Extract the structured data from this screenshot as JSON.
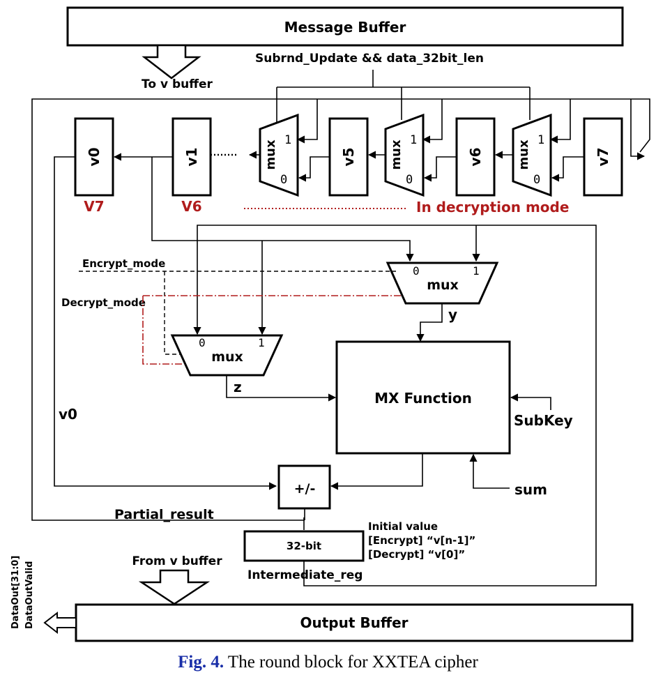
{
  "message_buffer": "Message Buffer",
  "to_v_buffer": "To v buffer",
  "control_signal": "Subrnd_Update && data_32bit_len",
  "registers": {
    "v0": "v0",
    "v1": "v1",
    "v5": "v5",
    "v6": "v6",
    "v7": "v7"
  },
  "mux_label": "mux",
  "mux_in_1": "1",
  "mux_in_0": "0",
  "decrypt_labels": {
    "v0": "V7",
    "v1": "V6",
    "mode": "In decryption mode"
  },
  "encrypt_mode": "Encrypt_mode",
  "decrypt_mode": "Decrypt_mode",
  "y_label": "y",
  "z_label": "z",
  "v0_label": "v0",
  "mx_function": "MX Function",
  "subkey": "SubKey",
  "sum": "sum",
  "adder": "+/-",
  "partial_result": "Partial_result",
  "reg_label": "32-bit",
  "intermediate_reg": "Intermediate_reg",
  "initial_value": {
    "title": "Initial value",
    "encrypt": "[Encrypt] “v[n-1]”",
    "decrypt": "[Decrypt] “v[0]”"
  },
  "from_v_buffer": "From v buffer",
  "output_buffer": "Output Buffer",
  "data_out": "DataOut[31:0]",
  "data_out_valid": "DataOutValid",
  "caption": {
    "fig": "Fig. 4.",
    "text": "The round block for XXTEA cipher"
  },
  "colors": {
    "line": "#000000",
    "red": "#b01c1c",
    "fig_blue": "#1a2fa8"
  }
}
